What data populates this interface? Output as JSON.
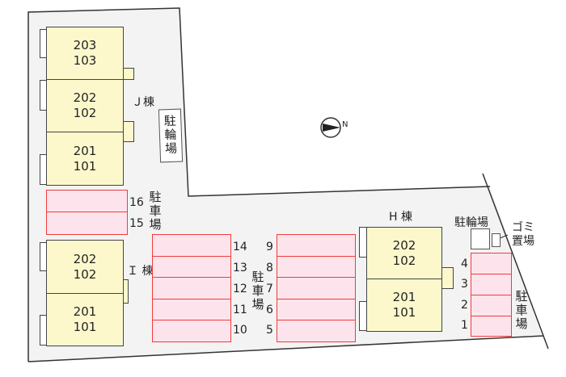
{
  "buildings": {
    "J": {
      "label": "Ｊ棟",
      "units": [
        {
          "upper": "203",
          "lower": "103"
        },
        {
          "upper": "202",
          "lower": "102"
        },
        {
          "upper": "201",
          "lower": "101"
        }
      ]
    },
    "I": {
      "label": "Ｉ 棟",
      "units": [
        {
          "upper": "202",
          "lower": "102"
        },
        {
          "upper": "201",
          "lower": "101"
        }
      ]
    },
    "H": {
      "label": "H 棟",
      "units": [
        {
          "upper": "202",
          "lower": "102"
        },
        {
          "upper": "201",
          "lower": "101"
        }
      ]
    }
  },
  "bike_parking_label": "駐輪場",
  "parking_label": "駐車場",
  "garbage_label": "ゴミ置場",
  "parking_spaces": {
    "a": [
      "16",
      "15"
    ],
    "b": [
      "14",
      "13",
      "12",
      "11",
      "10"
    ],
    "c": [
      "9",
      "8",
      "7",
      "6",
      "5"
    ],
    "d": [
      "4",
      "3",
      "2",
      "1"
    ]
  },
  "compass": {
    "label": "N",
    "icon": "north-arrow-icon"
  }
}
